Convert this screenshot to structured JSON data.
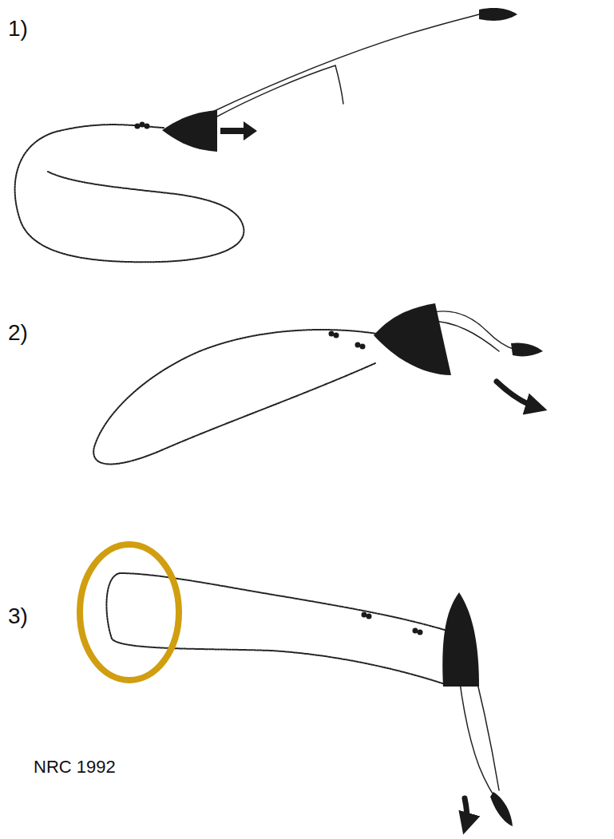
{
  "diagram": {
    "labels": [
      "1)",
      "2)",
      "3)",
      "NRC 1992"
    ]
  }
}
